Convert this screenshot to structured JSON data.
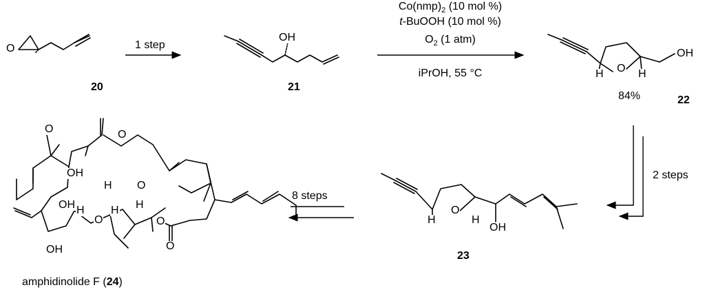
{
  "compounds": {
    "c20": {
      "number": "20"
    },
    "c21": {
      "number": "21"
    },
    "c22": {
      "number": "22",
      "yield": "84%"
    },
    "c23": {
      "number": "23"
    },
    "c24": {
      "name": "amphidinolide F (",
      "number": "24",
      "close": ")"
    }
  },
  "atoms": {
    "O": "O",
    "OH": "OH",
    "H": "H"
  },
  "steps": {
    "s1": "1 step",
    "s2": "2 steps",
    "s3": "8 steps"
  },
  "conditions": {
    "catalyst_main": "Co(nmp)",
    "catalyst_sub": "2",
    "catalyst_tail": " (10 mol %)",
    "oxidant_italic": "t",
    "oxidant_rest": "-BuOOH (10 mol %)",
    "o2_main": "O",
    "o2_sub": "2",
    "o2_tail": " (1 atm)",
    "solvent": "iPrOH, 55 °C"
  }
}
